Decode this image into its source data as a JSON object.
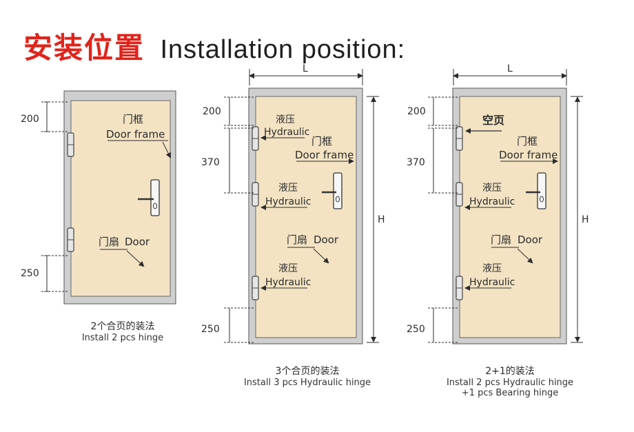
{
  "title": {
    "cn": "安装位置",
    "en": "Installation position:"
  },
  "labels": {
    "door_frame_cn": "门框",
    "door_frame_en": "Door frame",
    "door_cn": "门扇",
    "door_en": "Door",
    "hydraulic_cn": "液压",
    "hydraulic_en": "Hydraulic",
    "empty_cn": "空页",
    "width": "L",
    "height": "H",
    "dim_top": "200",
    "dim_mid": "370",
    "dim_bottom": "250"
  },
  "panels": [
    {
      "caption_cn": "2个合页的装法",
      "caption_en": "Install 2 pcs hinge"
    },
    {
      "caption_cn": "3个合页的装法",
      "caption_en": "Install 3 pcs Hydraulic hinge"
    },
    {
      "caption_cn": "2+1的装法",
      "caption_en": "Install 2 pcs Hydraulic hinge",
      "caption_en_2": "+1 pcs Bearing hinge"
    }
  ],
  "colors": {
    "frame": "#cfcfcf",
    "frame_line": "#555555",
    "door": "#f3e3c3",
    "accent": "#e2231a",
    "ink": "#2b2b2b"
  }
}
